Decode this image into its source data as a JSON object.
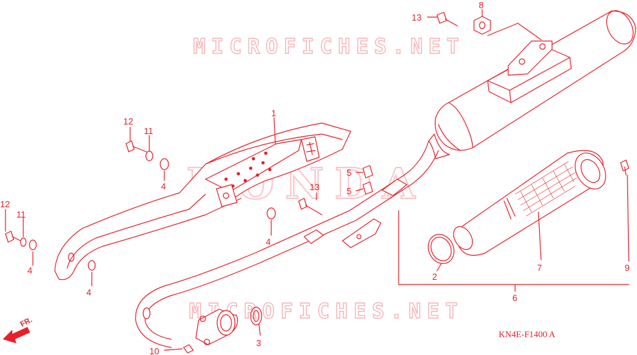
{
  "watermark": {
    "top": "MICROFICHES.NET",
    "bottom": "MICROFICHES.NET",
    "logo": "HONDA"
  },
  "diagram_code": "KN4E-F1400 A",
  "direction_label": "FR.",
  "callouts": {
    "muffler_guard": "1",
    "gasket_muffler": "2",
    "gasket_exhaust": "3",
    "washer_left_a": "4",
    "washer_left_b": "4",
    "washer_guard_a": "4",
    "washer_guard_b": "4",
    "clip_a": "5",
    "clip_b": "5",
    "muffler_assembly": "6",
    "tail_pipe": "7",
    "nut": "8",
    "screw": "9",
    "joint_nut": "10",
    "collar_left": "11",
    "collar_guard": "11",
    "bolt_left": "12",
    "bolt_guard": "12",
    "bolt_top": "13",
    "bolt_mid": "13"
  }
}
